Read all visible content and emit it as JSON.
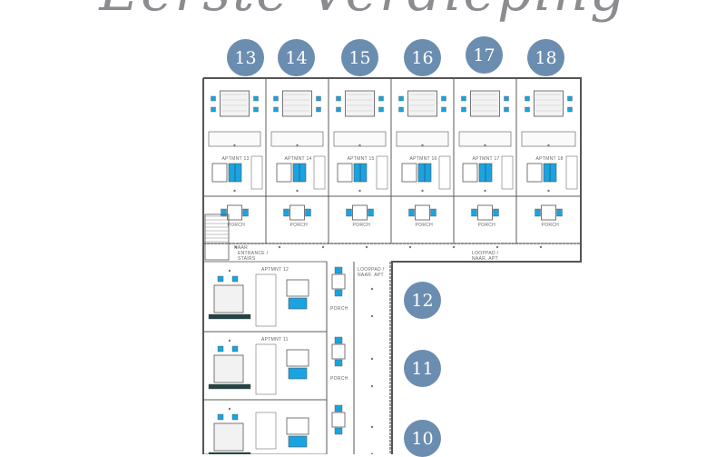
{
  "title": "Eerste Verdieping",
  "badges": {
    "top": [
      "13",
      "14",
      "15",
      "16",
      "17",
      "18"
    ],
    "side": [
      "12",
      "11",
      "10"
    ]
  },
  "labels": {
    "apartments_top": [
      "APTMNT 13",
      "APTMNT 14",
      "APTMNT 15",
      "APTMNT 16",
      "APTMNT 17",
      "APTMNT 18"
    ],
    "apartments_side": [
      "APTMNT 12",
      "APTMNT 11"
    ],
    "porch": "PORCH",
    "entrance_1": "ENTRANCE /",
    "entrance_2": "STAIRS",
    "naar": "NAAR",
    "path_1": "LOOPPAD /",
    "path_2": "NAAR. APT"
  },
  "colors": {
    "badge": "#6b8db0",
    "furniture": "#1aa3e0",
    "wall": "#555555"
  }
}
